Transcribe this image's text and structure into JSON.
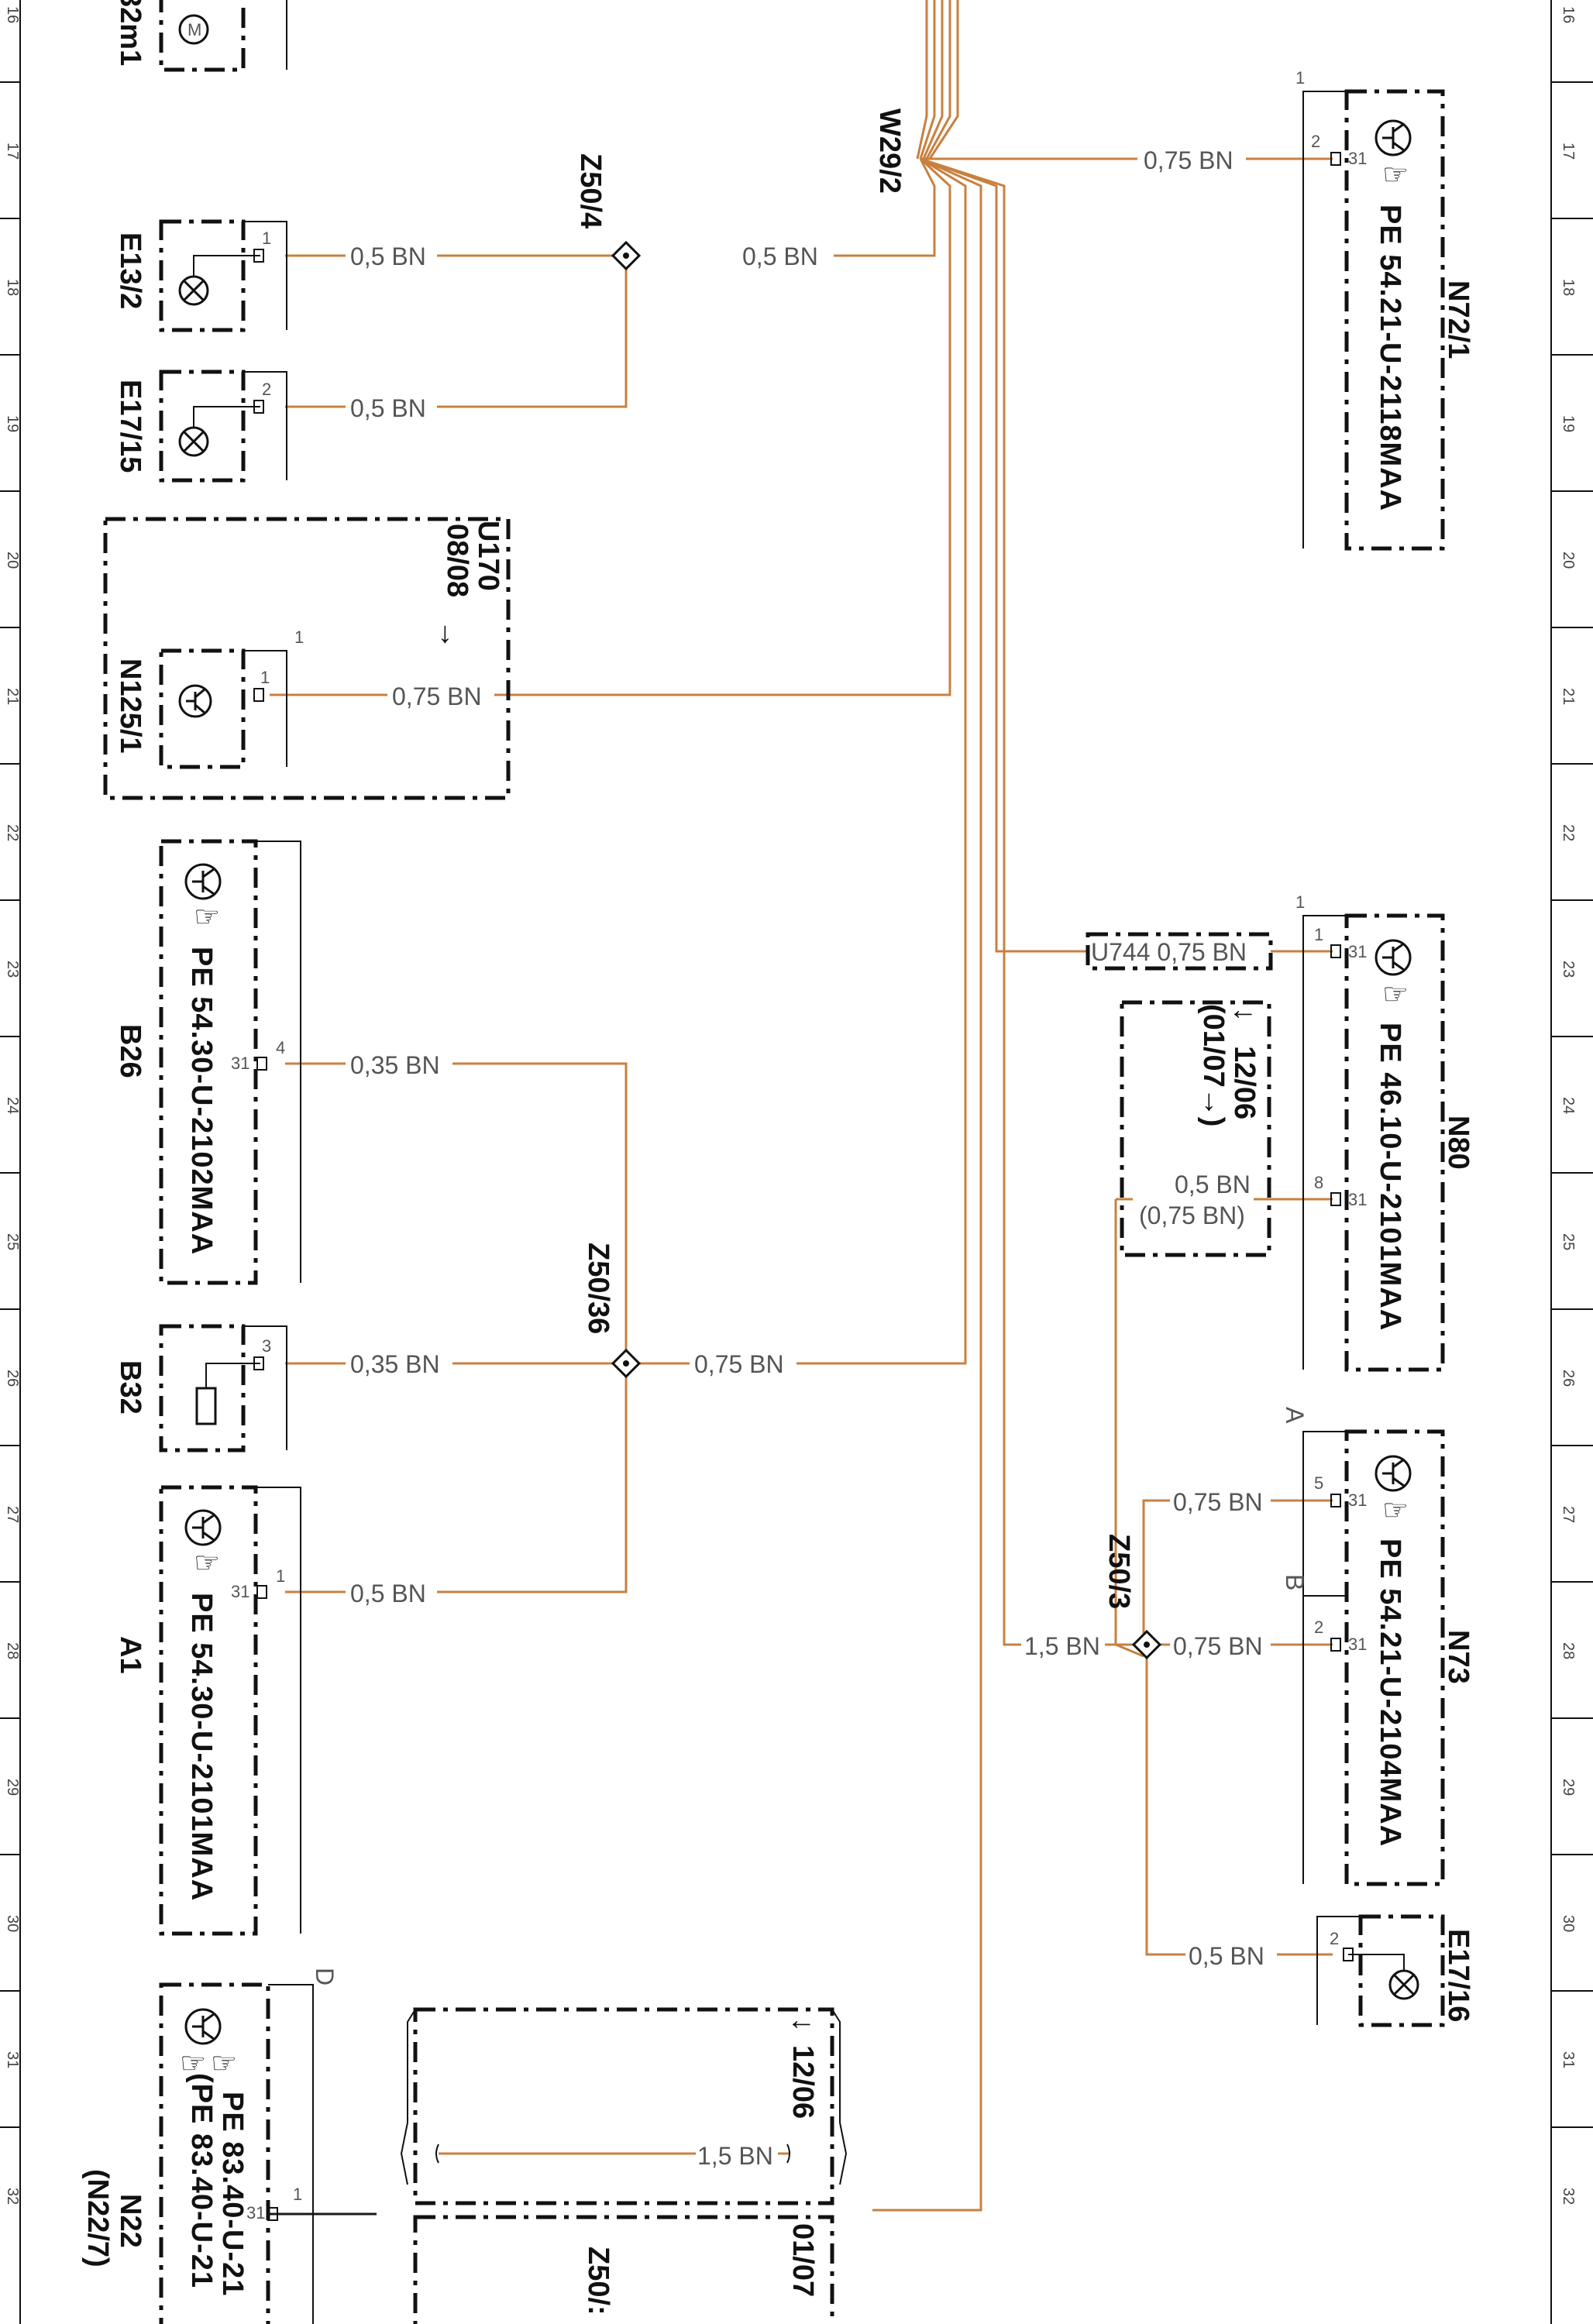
{
  "grid_numbers": [
    "16",
    "17",
    "18",
    "19",
    "20",
    "21",
    "22",
    "23",
    "24",
    "25",
    "26",
    "27",
    "28",
    "29",
    "30",
    "31",
    "32"
  ],
  "colors": {
    "wire": "#c8803f",
    "frame": "#111111",
    "label": "#555555"
  },
  "connectors": {
    "w29_2": "W29/2",
    "z50_4": "Z50/4",
    "z50_36": "Z50/36",
    "z50_3": "Z50/3",
    "z50_partial": "Z50/:"
  },
  "components": {
    "m32m1": {
      "name": "32m1"
    },
    "e13_2": {
      "name": "E13/2",
      "pin": "1"
    },
    "e17_15": {
      "name": "E17/15",
      "pin": "2"
    },
    "u170": {
      "name": "U170",
      "date": "08/08",
      "arrow": "→"
    },
    "n125_1": {
      "name": "N125/1",
      "pin": "1",
      "pin_outer": "1"
    },
    "b26": {
      "name": "B26",
      "pe": "PE 54.30-U-2102MAA",
      "pin": "4",
      "term": "31"
    },
    "b32": {
      "name": "B32",
      "pin": "3"
    },
    "a1": {
      "name": "A1",
      "pe": "PE 54.30-U-2101MAA",
      "pin": "1",
      "term": "31"
    },
    "n22": {
      "name": "N22",
      "alt_name": "(N22/7)",
      "pe1": "PE 83.40-U-21",
      "pe2": "(PE 83.40-U-21",
      "pin": "1",
      "term": "31",
      "label_d": "D"
    },
    "n72_1": {
      "name": "N72/1",
      "pe": "PE 54.21-U-2118MAA",
      "pin": "2",
      "term": "31",
      "corner": "1"
    },
    "n80": {
      "name": "N80",
      "pe": "PE 46.10-U-2101MAA",
      "pin1": "1",
      "pin8": "8",
      "term": "31",
      "corner": "1"
    },
    "n73": {
      "name": "N73",
      "pe": "PE 54.21-U-2104MAA",
      "pin5": "5",
      "pin2": "2",
      "term": "31",
      "label_a": "A",
      "label_b": "B"
    },
    "e17_16": {
      "name": "E17/16",
      "pin": "2"
    }
  },
  "wires": {
    "e13_2": "0,5 BN",
    "e17_15": "0,5 BN",
    "z50_4_out": "0,5 BN",
    "n125_1": "0,75 BN",
    "b26": "0,35 BN",
    "b32": "0,35 BN",
    "z50_36_out": "0,75 BN",
    "a1": "0,5 BN",
    "n72_1": "0,75 BN",
    "u744": "U744 0,75 BN",
    "n80_pin8": "0,5 BN",
    "n80_pin8_alt": "(0,75 BN)",
    "n73_pin5": "0,75 BN",
    "n73_pin2": "0,75 BN",
    "z50_3_in": "1,5 BN",
    "e17_16": "0,5 BN",
    "n22_inner": "1,5 BN"
  },
  "date_notes": {
    "n80_box_line1": "12/06",
    "n80_box_line2": "(01/07→)",
    "bottom_box_1": "12/06",
    "bottom_box_2": "01/07"
  }
}
